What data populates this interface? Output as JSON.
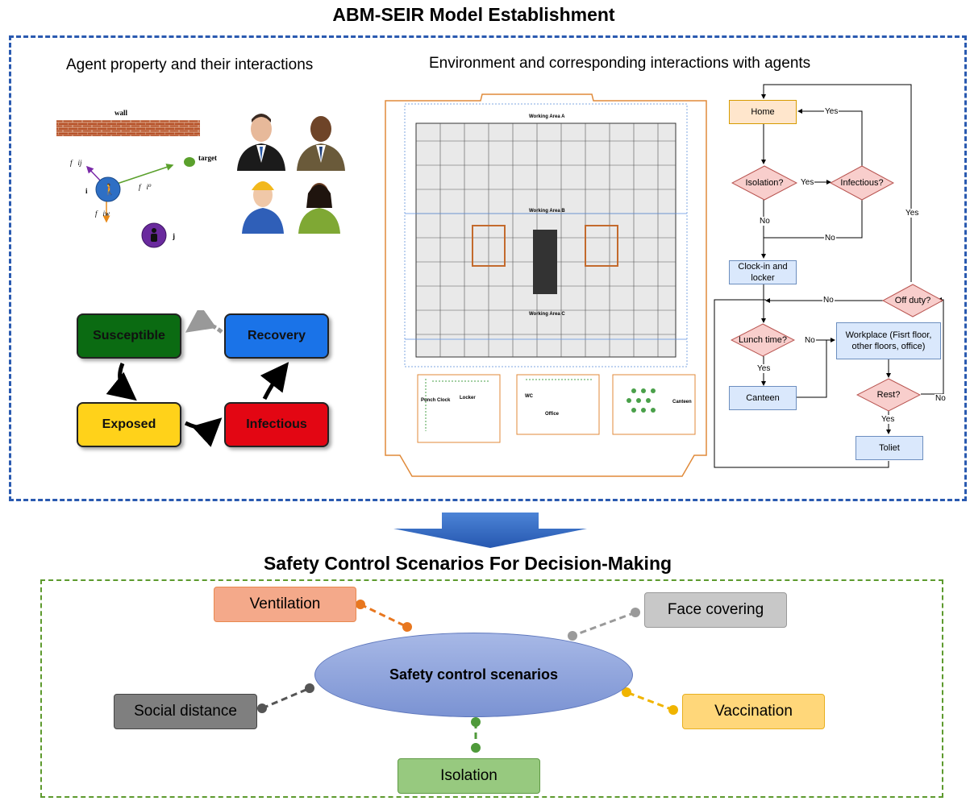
{
  "titles": {
    "main": "ABM-SEIR Model Establishment",
    "agent_section": "Agent property and their interactions",
    "environment_section": "Environment and corresponding interactions with agents",
    "scenarios_section": "Safety Control Scenarios For Decision-Making"
  },
  "agent_diagram": {
    "wall_label": "wall",
    "target_label": "target",
    "agent_i_label": "i",
    "agent_j_label": "j",
    "force_ij": "f⃗ij",
    "force_i0": "f⃗i⁰",
    "force_iw": "f⃗iw",
    "colors": {
      "agent_i": "#2e6fc4",
      "agent_j": "#6a2a9e",
      "target": "#5aa02c"
    }
  },
  "seir": {
    "susceptible": "Susceptible",
    "recovery": "Recovery",
    "exposed": "Exposed",
    "infectious": "Infectious",
    "colors": {
      "susceptible": "#0b6b12",
      "recovery": "#1a73e8",
      "exposed": "#ffd21a",
      "infectious": "#e30613"
    }
  },
  "floorplan": {
    "area_a": "Working Area A",
    "area_b": "Working Area B",
    "area_c": "Working Area C",
    "punch_clock": "Punch Clock",
    "locker": "Locker",
    "wc": "WC",
    "office": "Office",
    "canteen": "Canteen"
  },
  "flowchart": {
    "home": "Home",
    "isolation": "Isolation?",
    "infectious": "Infectious?",
    "clock_in": "Clock-in and locker",
    "off_duty": "Off duty?",
    "lunch_time": "Lunch time?",
    "workplace": "Workplace (Fisrt floor, other floors, office)",
    "canteen": "Canteen",
    "rest": "Rest?",
    "toilet": "Toliet",
    "yes": "Yes",
    "no": "No"
  },
  "scenarios": {
    "center": "Safety control scenarios",
    "ventilation": "Ventilation",
    "face_covering": "Face covering",
    "social_distance": "Social distance",
    "vaccination": "Vaccination",
    "isolation": "Isolation",
    "colors": {
      "ventilation": "#f4a98a",
      "face_covering": "#c8c8c8",
      "social_distance": "#7f7f7f",
      "vaccination": "#ffd77a",
      "isolation": "#97c97f",
      "center": "#8ea3dc"
    }
  }
}
